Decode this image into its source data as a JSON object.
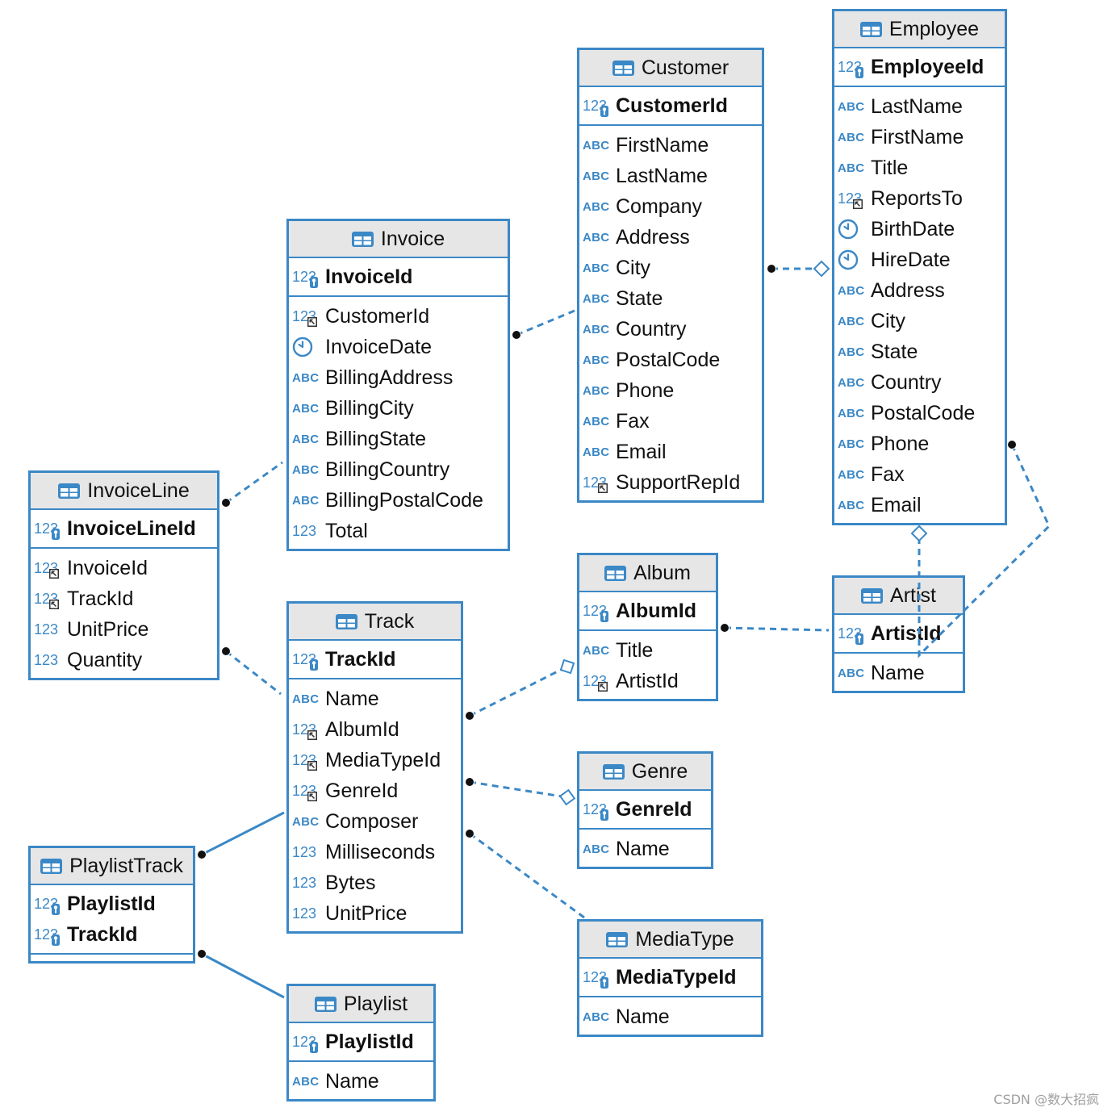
{
  "colors": {
    "accent": "#3b88c6",
    "header_background": "#e6e6e6",
    "relation_dot": "#111111"
  },
  "type_glyphs": {
    "abc": "ABC",
    "num": "123"
  },
  "tables": {
    "customer": {
      "title": "Customer",
      "keys": [
        {
          "name": "CustomerId",
          "icon": "key-number-icon"
        }
      ],
      "columns": [
        {
          "name": "FirstName",
          "icon": "text-type-icon"
        },
        {
          "name": "LastName",
          "icon": "text-type-icon"
        },
        {
          "name": "Company",
          "icon": "text-type-icon"
        },
        {
          "name": "Address",
          "icon": "text-type-icon"
        },
        {
          "name": "City",
          "icon": "text-type-icon"
        },
        {
          "name": "State",
          "icon": "text-type-icon"
        },
        {
          "name": "Country",
          "icon": "text-type-icon"
        },
        {
          "name": "PostalCode",
          "icon": "text-type-icon"
        },
        {
          "name": "Phone",
          "icon": "text-type-icon"
        },
        {
          "name": "Fax",
          "icon": "text-type-icon"
        },
        {
          "name": "Email",
          "icon": "text-type-icon"
        },
        {
          "name": "SupportRepId",
          "icon": "foreign-key-number-icon"
        }
      ]
    },
    "employee": {
      "title": "Employee",
      "keys": [
        {
          "name": "EmployeeId",
          "icon": "key-number-icon"
        }
      ],
      "columns": [
        {
          "name": "LastName",
          "icon": "text-type-icon"
        },
        {
          "name": "FirstName",
          "icon": "text-type-icon"
        },
        {
          "name": "Title",
          "icon": "text-type-icon"
        },
        {
          "name": "ReportsTo",
          "icon": "foreign-key-number-icon"
        },
        {
          "name": "BirthDate",
          "icon": "clock-icon"
        },
        {
          "name": "HireDate",
          "icon": "clock-icon"
        },
        {
          "name": "Address",
          "icon": "text-type-icon"
        },
        {
          "name": "City",
          "icon": "text-type-icon"
        },
        {
          "name": "State",
          "icon": "text-type-icon"
        },
        {
          "name": "Country",
          "icon": "text-type-icon"
        },
        {
          "name": "PostalCode",
          "icon": "text-type-icon"
        },
        {
          "name": "Phone",
          "icon": "text-type-icon"
        },
        {
          "name": "Fax",
          "icon": "text-type-icon"
        },
        {
          "name": "Email",
          "icon": "text-type-icon"
        }
      ]
    },
    "invoice": {
      "title": "Invoice",
      "keys": [
        {
          "name": "InvoiceId",
          "icon": "key-number-icon"
        }
      ],
      "columns": [
        {
          "name": "CustomerId",
          "icon": "foreign-key-number-icon"
        },
        {
          "name": "InvoiceDate",
          "icon": "clock-icon"
        },
        {
          "name": "BillingAddress",
          "icon": "text-type-icon"
        },
        {
          "name": "BillingCity",
          "icon": "text-type-icon"
        },
        {
          "name": "BillingState",
          "icon": "text-type-icon"
        },
        {
          "name": "BillingCountry",
          "icon": "text-type-icon"
        },
        {
          "name": "BillingPostalCode",
          "icon": "text-type-icon"
        },
        {
          "name": "Total",
          "icon": "number-type-icon"
        }
      ]
    },
    "invoice_line": {
      "title": "InvoiceLine",
      "keys": [
        {
          "name": "InvoiceLineId",
          "icon": "key-number-icon"
        }
      ],
      "columns": [
        {
          "name": "InvoiceId",
          "icon": "foreign-key-number-icon"
        },
        {
          "name": "TrackId",
          "icon": "foreign-key-number-icon"
        },
        {
          "name": "UnitPrice",
          "icon": "number-type-icon"
        },
        {
          "name": "Quantity",
          "icon": "number-type-icon"
        }
      ]
    },
    "track": {
      "title": "Track",
      "keys": [
        {
          "name": "TrackId",
          "icon": "key-number-icon"
        }
      ],
      "columns": [
        {
          "name": "Name",
          "icon": "text-type-icon"
        },
        {
          "name": "AlbumId",
          "icon": "foreign-key-number-icon"
        },
        {
          "name": "MediaTypeId",
          "icon": "foreign-key-number-icon"
        },
        {
          "name": "GenreId",
          "icon": "foreign-key-number-icon"
        },
        {
          "name": "Composer",
          "icon": "text-type-icon"
        },
        {
          "name": "Milliseconds",
          "icon": "number-type-icon"
        },
        {
          "name": "Bytes",
          "icon": "number-type-icon"
        },
        {
          "name": "UnitPrice",
          "icon": "number-type-icon"
        }
      ]
    },
    "album": {
      "title": "Album",
      "keys": [
        {
          "name": "AlbumId",
          "icon": "key-number-icon"
        }
      ],
      "columns": [
        {
          "name": "Title",
          "icon": "text-type-icon"
        },
        {
          "name": "ArtistId",
          "icon": "foreign-key-number-icon"
        }
      ]
    },
    "artist": {
      "title": "Artist",
      "keys": [
        {
          "name": "ArtistId",
          "icon": "key-number-icon"
        }
      ],
      "columns": [
        {
          "name": "Name",
          "icon": "text-type-icon"
        }
      ]
    },
    "genre": {
      "title": "Genre",
      "keys": [
        {
          "name": "GenreId",
          "icon": "key-number-icon"
        }
      ],
      "columns": [
        {
          "name": "Name",
          "icon": "text-type-icon"
        }
      ]
    },
    "media_type": {
      "title": "MediaType",
      "keys": [
        {
          "name": "MediaTypeId",
          "icon": "key-number-icon"
        }
      ],
      "columns": [
        {
          "name": "Name",
          "icon": "text-type-icon"
        }
      ]
    },
    "playlist_track": {
      "title": "PlaylistTrack",
      "keys": [
        {
          "name": "PlaylistId",
          "icon": "key-number-icon"
        },
        {
          "name": "TrackId",
          "icon": "key-number-icon"
        }
      ],
      "columns": []
    },
    "playlist": {
      "title": "Playlist",
      "keys": [
        {
          "name": "PlaylistId",
          "icon": "key-number-icon"
        }
      ],
      "columns": [
        {
          "name": "Name",
          "icon": "text-type-icon"
        }
      ]
    }
  },
  "watermark": "CSDN @数大招疯"
}
